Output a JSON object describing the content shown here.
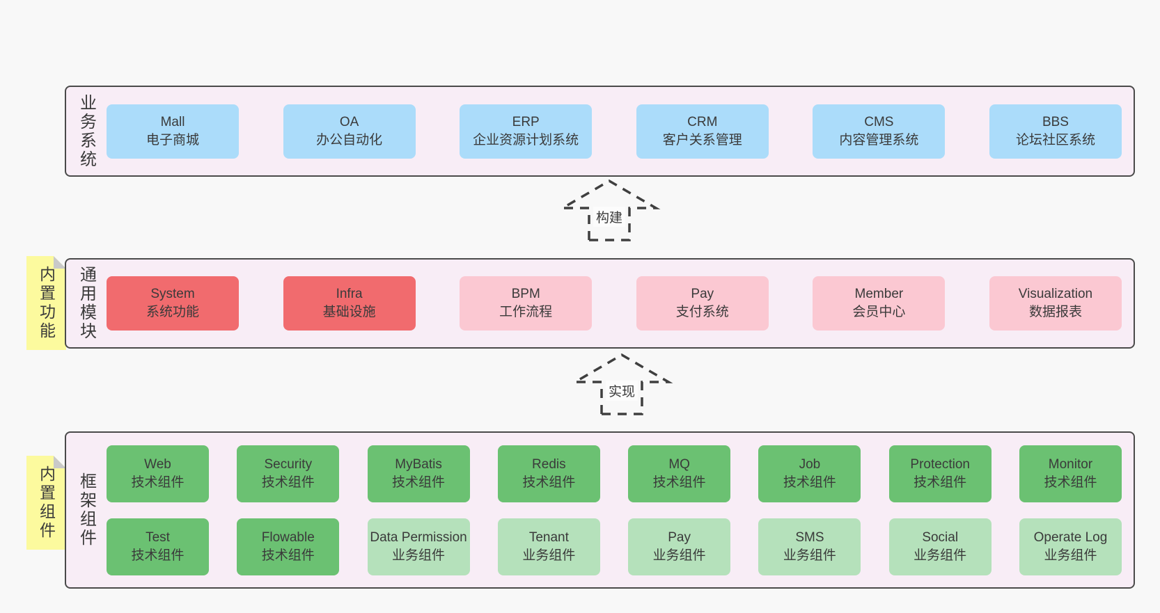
{
  "diagram": {
    "colors": {
      "page-bg": "#f8f8f8",
      "panel-bg": "#f8edf6",
      "panel-border": "#4a4a4a",
      "blue": "#abdcfa",
      "red": "#f16b6e",
      "pink": "#fbc8d2",
      "green": "#6bc172",
      "green-light": "#b5e1bb",
      "sticky-yellow": "#fcfa9e",
      "sticky-fold": "#c9c9c9",
      "text": "#3a3a3a",
      "arrow": "#3f3f3f"
    },
    "arrows": [
      {
        "label": "构建"
      },
      {
        "label": "实现"
      }
    ],
    "layers": [
      {
        "id": "business",
        "side_label": "业务系统",
        "sticky_label": null,
        "rows": [
          [
            {
              "name": "Mall",
              "desc": "电子商城",
              "color": "blue"
            },
            {
              "name": "OA",
              "desc": "办公自动化",
              "color": "blue"
            },
            {
              "name": "ERP",
              "desc": "企业资源计划系统",
              "color": "blue"
            },
            {
              "name": "CRM",
              "desc": "客户关系管理",
              "color": "blue"
            },
            {
              "name": "CMS",
              "desc": "内容管理系统",
              "color": "blue"
            },
            {
              "name": "BBS",
              "desc": "论坛社区系统",
              "color": "blue"
            }
          ]
        ]
      },
      {
        "id": "modules",
        "side_label": "通用模块",
        "sticky_label": "内置功能",
        "rows": [
          [
            {
              "name": "System",
              "desc": "系统功能",
              "color": "red"
            },
            {
              "name": "Infra",
              "desc": "基础设施",
              "color": "red"
            },
            {
              "name": "BPM",
              "desc": "工作流程",
              "color": "pink"
            },
            {
              "name": "Pay",
              "desc": "支付系统",
              "color": "pink"
            },
            {
              "name": "Member",
              "desc": "会员中心",
              "color": "pink"
            },
            {
              "name": "Visualization",
              "desc": "数据报表",
              "color": "pink"
            }
          ]
        ]
      },
      {
        "id": "components",
        "side_label": "框架组件",
        "sticky_label": "内置组件",
        "rows": [
          [
            {
              "name": "Web",
              "desc": "技术组件",
              "color": "green"
            },
            {
              "name": "Security",
              "desc": "技术组件",
              "color": "green"
            },
            {
              "name": "MyBatis",
              "desc": "技术组件",
              "color": "green"
            },
            {
              "name": "Redis",
              "desc": "技术组件",
              "color": "green"
            },
            {
              "name": "MQ",
              "desc": "技术组件",
              "color": "green"
            },
            {
              "name": "Job",
              "desc": "技术组件",
              "color": "green"
            },
            {
              "name": "Protection",
              "desc": "技术组件",
              "color": "green"
            },
            {
              "name": "Monitor",
              "desc": "技术组件",
              "color": "green"
            }
          ],
          [
            {
              "name": "Test",
              "desc": "技术组件",
              "color": "green"
            },
            {
              "name": "Flowable",
              "desc": "技术组件",
              "color": "green"
            },
            {
              "name": "Data Permission",
              "desc": "业务组件",
              "color": "green-light"
            },
            {
              "name": "Tenant",
              "desc": "业务组件",
              "color": "green-light"
            },
            {
              "name": "Pay",
              "desc": "业务组件",
              "color": "green-light"
            },
            {
              "name": "SMS",
              "desc": "业务组件",
              "color": "green-light"
            },
            {
              "name": "Social",
              "desc": "业务组件",
              "color": "green-light"
            },
            {
              "name": "Operate Log",
              "desc": "业务组件",
              "color": "green-light"
            }
          ]
        ]
      }
    ]
  }
}
